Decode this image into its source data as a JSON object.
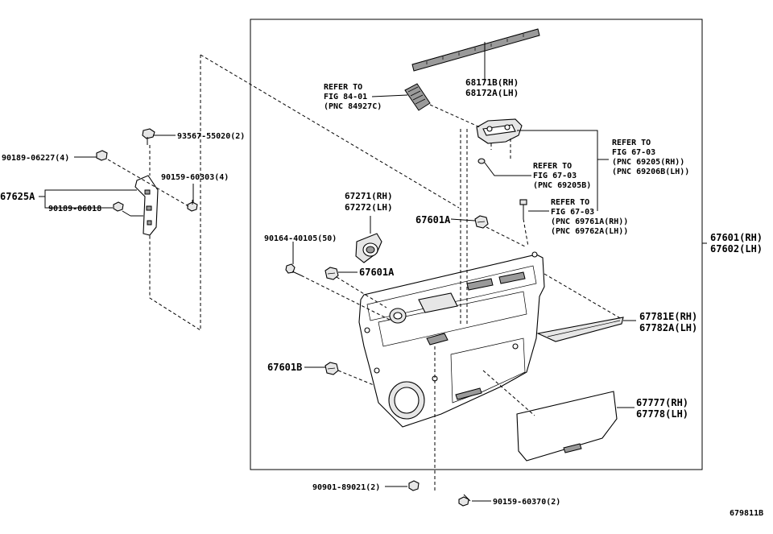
{
  "diagram": {
    "labels": {
      "p68171": [
        "68171B(RH)",
        "68172A(LH)"
      ],
      "ref84": [
        "REFER TO",
        "FIG 84-01",
        "(PNC 84927C)"
      ],
      "ref6703a": [
        "REFER TO",
        "FIG 67-03",
        "(PNC 69205(RH))",
        "(PNC 69206B(LH))"
      ],
      "ref6703b": [
        "REFER TO",
        "FIG 67-03",
        "(PNC 69205B)"
      ],
      "ref6703c": [
        "REFER TO",
        "FIG 67-03",
        "(PNC 69761A(RH))",
        "(PNC 69762A(LH))"
      ],
      "p67271": [
        "67271(RH)",
        "67272(LH)"
      ],
      "p67601A_top": "67601A",
      "p67601A_mid": "67601A",
      "p67601B": "67601B",
      "p90164": "90164-40105(50)",
      "p67601": [
        "67601(RH)",
        "67602(LH)"
      ],
      "p67781": [
        "67781E(RH)",
        "67782A(LH)"
      ],
      "p67777": [
        "67777(RH)",
        "67778(LH)"
      ],
      "p93567": "93567-55020(2)",
      "p90189a": "90189-06227(4)",
      "p90159a": "90159-60303(4)",
      "p67625": "67625A",
      "p90189b": "90189-06018",
      "p90901": "90901-89021(2)",
      "p90159b": "90159-60370(2)",
      "fig_code": "679811B"
    }
  }
}
